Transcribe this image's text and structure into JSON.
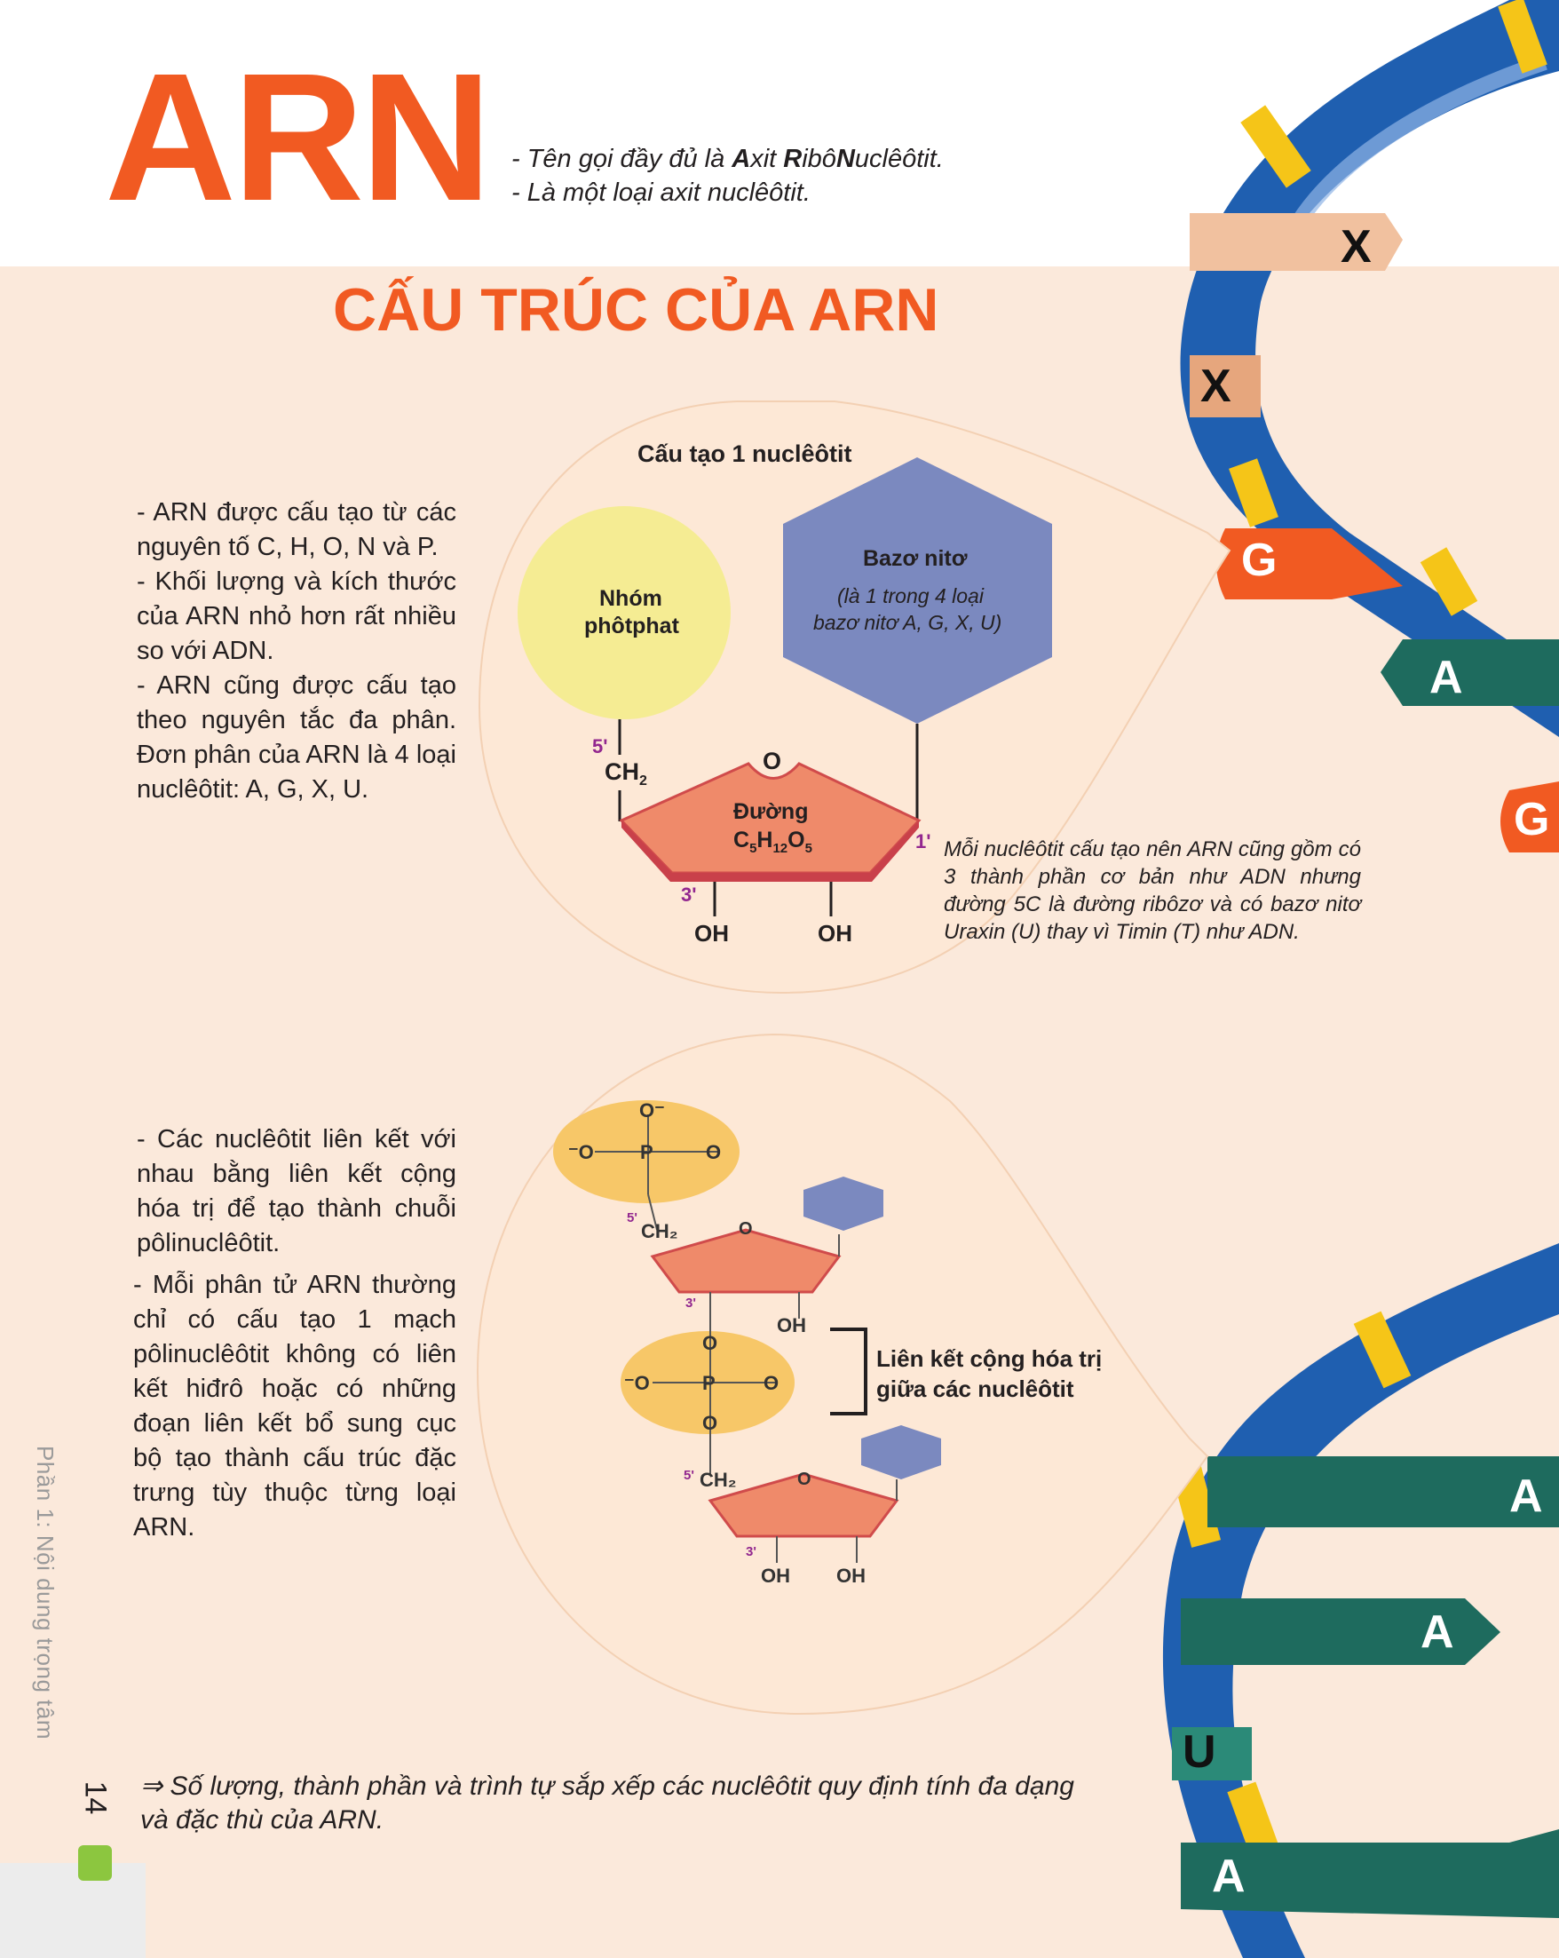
{
  "header": {
    "title": "ARN",
    "intro_line1_prefix": "- Tên gọi đầy đủ là ",
    "intro_line1_a": "A",
    "intro_line1_mid1": "xit ",
    "intro_line1_r": "R",
    "intro_line1_mid2": "ibô",
    "intro_line1_n": "N",
    "intro_line1_end": "uclêôtit.",
    "intro_line2": "- Là một loại axit nuclêôtit."
  },
  "section_title": "CẤU TRÚC CỦA ARN",
  "left_text_1": [
    "- ARN được cấu tạo từ các nguyên tố C, H, O, N và P.",
    "- Khối lượng và kích thước của ARN nhỏ hơn rất nhiều so với ADN.",
    "- ARN cũng được cấu tạo theo nguyên tắc đa phân. Đơn phân của ARN là 4 loại nuclêôtit: A, G, X, U."
  ],
  "nucleotide_diagram": {
    "title": "Cấu tạo 1 nuclêôtit",
    "phosphate_line1": "Nhóm",
    "phosphate_line2": "phôtphat",
    "base_title": "Bazơ nitơ",
    "base_sub1": "(là 1 trong 4 loại",
    "base_sub2": "bazơ nitơ A, G, X, U)",
    "sugar_label": "Đường",
    "sugar_formula_c": "C",
    "sugar_formula_c_sub": "5",
    "sugar_formula_h": "H",
    "sugar_formula_h_sub": "12",
    "sugar_formula_o": "O",
    "sugar_formula_o_sub": "5",
    "ch2": "CH",
    "ch2_sub": "2",
    "ring_o": "O",
    "pos_5": "5'",
    "pos_3": "3'",
    "pos_1": "1'",
    "oh_left": "OH",
    "oh_right": "OH"
  },
  "nucleotide_note": "Mỗi nuclêôtit cấu tạo nên ARN cũng gồm có 3 thành phần cơ bản như ADN nhưng đường 5C là đường ribôzơ và có bazơ nitơ Uraxin (U) thay vì Timin (T) như ADN.",
  "left_text_2": "- Các nuclêôtit liên kết với nhau bằng liên kết cộng hóa trị để tạo thành chuỗi pôlinuclêôtit.",
  "left_text_3": "- Mỗi phân tử ARN thường chỉ có cấu tạo 1 mạch pôlinuclêôtit không có liên kết hiđrô hoặc có những đoạn liên kết bổ sung cục bộ tạo thành cấu trúc đặc trưng tùy thuộc từng loại ARN.",
  "chain_diagram": {
    "bond_label_line1": "Liên kết cộng hóa trị",
    "bond_label_line2": "giữa các nuclêôtit",
    "o_minus_top": "O⁻",
    "o_minus_left1": "⁻O",
    "o_minus_left2": "⁻O",
    "p": "P",
    "o": "O",
    "ch2": "CH₂",
    "oh": "OH",
    "pos_5": "5'",
    "pos_3": "3'"
  },
  "dna_letters": [
    "X",
    "X",
    "G",
    "A",
    "G",
    "A",
    "A",
    "U",
    "A"
  ],
  "conclusion_line1": "⇒ Số lượng, thành phần và trình tự sắp xếp các nuclêôtit quy định tính đa dạng",
  "conclusion_line2": "và đặc thù của ARN.",
  "sidebar_text": "Phần 1: Nội dung trọng tâm",
  "page_number": "14",
  "colors": {
    "accent": "#f15a22",
    "background": "#fbe9db",
    "phosphate": "#f5ec93",
    "base": "#7b89bf",
    "sugar": "#ef8a6a",
    "dna_blue": "#1f5fb0",
    "dna_green": "#1e6b5e",
    "dna_yellow": "#f5c518"
  }
}
